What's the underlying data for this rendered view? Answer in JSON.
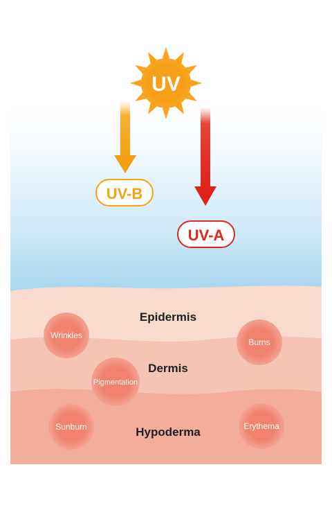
{
  "sun": {
    "label": "UV",
    "color": "#F7A51E"
  },
  "rays": {
    "uvb": {
      "label": "UV-B",
      "color": "#F2A417"
    },
    "uva": {
      "label": "UV-A",
      "color": "#E0251B"
    }
  },
  "layers": {
    "epidermis": "Epidermis",
    "dermis": "Dermis",
    "hypoderma": "Hypoderma"
  },
  "spots": {
    "wrinkles": "Wrinkles",
    "burns": "Burns",
    "pigmentation": "Pigmentation",
    "sunburn": "Sunburn",
    "erythema": "Erythema"
  },
  "colors": {
    "sky": "#A9D7F0",
    "epidermis": "#F8D8CB",
    "dermis": "#F6C3B1",
    "hypoderma": "#F2AD9A",
    "spot": "#F07868"
  }
}
